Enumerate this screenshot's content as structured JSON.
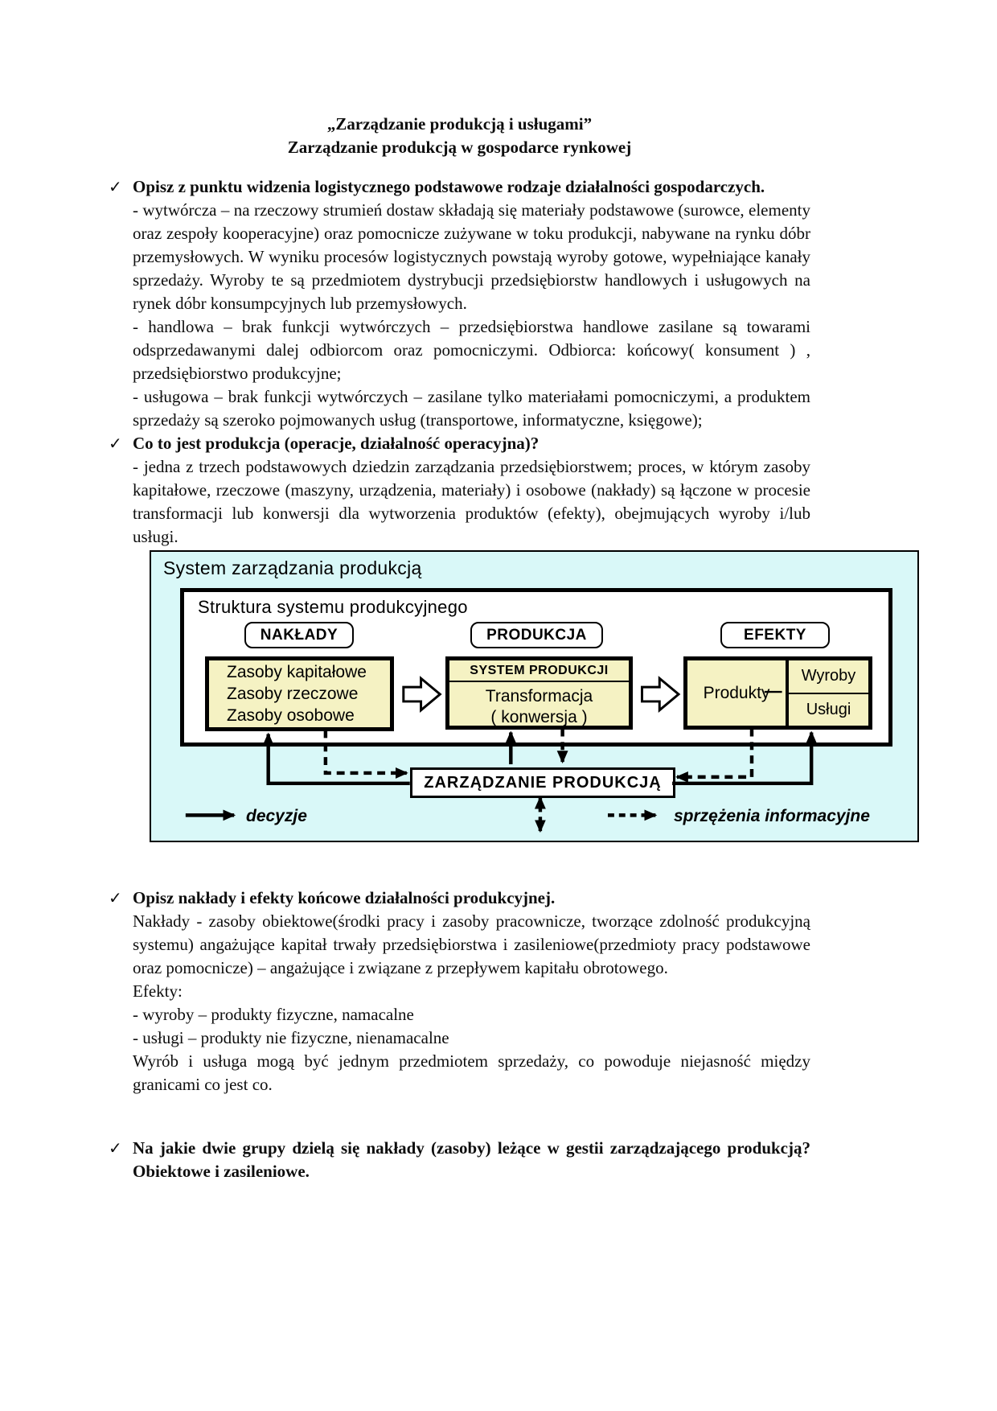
{
  "doc": {
    "title_line1": "„Zarządzanie produkcją i usługami”",
    "title_line2": "Zarządzanie produkcją w gospodarce rynkowej",
    "check_glyph": "✓"
  },
  "sections": [
    {
      "heading": "Opisz z punktu widzenia logistycznego podstawowe rodzaje działalności gospodarczych.",
      "paragraphs": [
        "- wytwórcza – na rzeczowy strumień dostaw składają się materiały podstawowe (surowce, elementy oraz zespoły kooperacyjne) oraz pomocnicze zużywane w toku produkcji, nabywane na rynku dóbr przemysłowych. W wyniku procesów logistycznych powstają wyroby gotowe, wypełniające kanały sprzedaży. Wyroby te są przedmiotem dystrybucji przedsiębiorstw handlowych i usługowych na rynek dóbr konsumpcyjnych lub przemysłowych.",
        "- handlowa – brak funkcji wytwórczych – przedsiębiorstwa handlowe zasilane są towarami odsprzedawanymi dalej odbiorcom oraz pomocniczymi. Odbiorca: końcowy( konsument ) , przedsiębiorstwo produkcyjne;",
        "- usługowa – brak funkcji wytwórczych – zasilane tylko materiałami pomocniczymi, a produktem sprzedaży są szeroko pojmowanych usług (transportowe, informatyczne, księgowe);"
      ]
    },
    {
      "heading": "Co to jest produkcja (operacje, działalność operacyjna)?",
      "paragraphs": [
        "- jedna z trzech podstawowych dziedzin zarządzania przedsiębiorstwem; proces, w którym zasoby kapitałowe, rzeczowe (maszyny, urządzenia, materiały) i osobowe (nakłady) są łączone w procesie transformacji lub konwersji dla wytworzenia produktów (efekty), obejmujących wyroby i/lub usługi."
      ]
    },
    {
      "heading": "Opisz nakłady i efekty końcowe działalności produkcyjnej.",
      "paragraphs": [
        "Nakłady - zasoby obiektowe(środki pracy i zasoby pracownicze, tworzące zdolność produkcyjną systemu) angażujące kapitał trwały przedsiębiorstwa i zasileniowe(przedmioty pracy podstawowe oraz pomocnicze) – angażujące i związane z przepływem kapitału obrotowego.",
        "Efekty:",
        "- wyroby – produkty fizyczne, namacalne",
        "- usługi – produkty nie fizyczne, nienamacalne",
        "Wyrób i usługa mogą być jednym przedmiotem sprzedaży, co powoduje niejasność między granicami co jest co."
      ]
    },
    {
      "heading": "Na jakie dwie grupy dzielą się nakłady (zasoby) leżące w gestii zarządzającego produkcją?",
      "answer": "Obiektowe i zasileniowe."
    }
  ],
  "diagram": {
    "title": "System zarządzania produkcją",
    "inner_title": "Struktura systemu produkcyjnego",
    "stages": [
      "NAKŁADY",
      "PRODUKCJA",
      "EFEKTY"
    ],
    "inputs_box": {
      "lines": [
        "Zasoby kapitałowe",
        "Zasoby rzeczowe",
        "Zasoby osobowe"
      ]
    },
    "process_box": {
      "header": "SYSTEM PRODUKCJI",
      "line1": "Transformacja",
      "line2": "( konwersja )"
    },
    "effects_box": {
      "left": "Produkty",
      "right_top": "Wyroby",
      "right_bottom": "Usługi"
    },
    "management_box": "ZARZĄDZANIE PRODUKCJĄ",
    "legend": {
      "solid_label": "decyzje",
      "dashed_label": "sprzężenia informacyjne"
    },
    "colors": {
      "background": "#D9F8F8",
      "box_fill": "#F5F2C3"
    }
  }
}
